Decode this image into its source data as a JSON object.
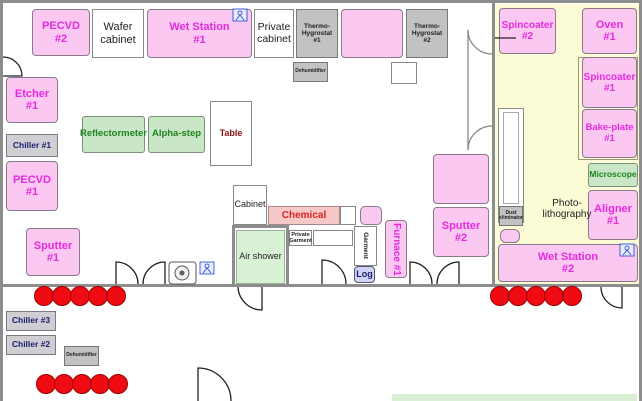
{
  "rooms": {
    "photolithography_label": "Photo-\nlithography"
  },
  "equipment": {
    "pecvd2": "PECVD\n#2",
    "wafer_cabinet": "Wafer\ncabinet",
    "wet_station1": "Wet Station\n#1",
    "private_cabinet_top": "Private\ncabinet",
    "thermo_hygrostat1": "Thermo-\nHygrostat\n#1",
    "thermo_hygrostat2": "Thermo-\nHygrostat\n#2",
    "dehumidifier_top": "Dehumidifier",
    "etcher1": "Etcher\n#1",
    "chiller1": "Chiller #1",
    "pecvd1": "PECVD\n#1",
    "sputter1": "Sputter\n#1",
    "reflectometer": "Reflectormeter",
    "alpha_step": "Alpha-step",
    "table": "Table",
    "cabinet": "Cabinet",
    "chemical": "Chemical",
    "private_garment": "Private\nGarment",
    "garment": "Garment",
    "air_shower": "Air shower",
    "log": "Log",
    "furnace1": "Furnace #1",
    "sputter2": "Sputter\n#2",
    "spincoater2": "Spincoater\n#2",
    "oven1": "Oven\n#1",
    "spincoater1": "Spincoater\n#1",
    "bake_plate1": "Bake-plate\n#1",
    "microscope": "Microscope",
    "dust_eliminator": "Dust\neliminator",
    "aligner1": "Aligner\n#1",
    "wet_station2": "Wet Station\n#2",
    "chiller3": "Chiller #3",
    "chiller2": "Chiller #2",
    "dehumidifier_bottom": "Dehumidifier"
  },
  "colors": {
    "equipment_pink": "#fbc8f2",
    "label_magenta": "#e52adf",
    "green_panel": "#c9e6c6",
    "gray_unit": "#cfcfd3",
    "photolith_area": "#fbfbd6",
    "red_marker": "#ee0b12",
    "wall": "#8d8d8d"
  }
}
